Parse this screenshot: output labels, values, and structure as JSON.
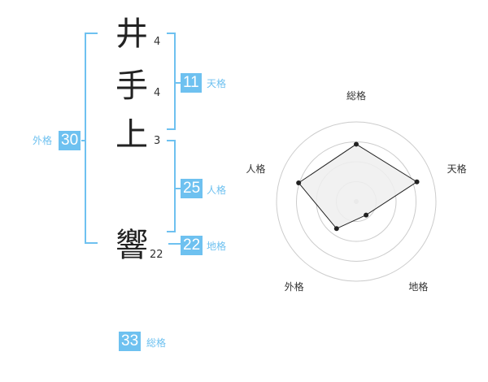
{
  "name_chars": [
    {
      "char": "井",
      "strokes": "4"
    },
    {
      "char": "手",
      "strokes": "4"
    },
    {
      "char": "上",
      "strokes": "3"
    },
    {
      "char": "響",
      "strokes": "22"
    }
  ],
  "fortunes": {
    "tenkaku": {
      "value": "11",
      "label": "天格"
    },
    "jinkaku": {
      "value": "25",
      "label": "人格"
    },
    "chikaku": {
      "value": "22",
      "label": "地格"
    },
    "gaikaku": {
      "value": "30",
      "label": "外格"
    },
    "soukaku": {
      "value": "33",
      "label": "総格"
    }
  },
  "colors": {
    "accent": "#6ec1f0",
    "radar_fill": "#efefef",
    "radar_rings": "#cccccc",
    "text": "#222222"
  },
  "chart_data": {
    "type": "radar",
    "axes": [
      "総格",
      "天格",
      "地格",
      "外格",
      "人格"
    ],
    "values": [
      0.72,
      0.8,
      0.21,
      0.42,
      0.76
    ],
    "range": [
      0,
      1
    ],
    "grid": "4 concentric circles"
  }
}
